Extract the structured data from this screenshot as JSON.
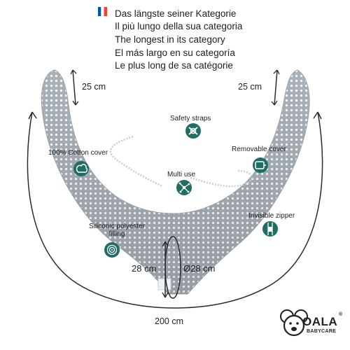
{
  "languages": [
    {
      "flag": "de-flag",
      "text": "Das längste seiner Kategorie"
    },
    {
      "flag": "it-flag",
      "text": "Il più lungo della sua categoria"
    },
    {
      "flag": "uk-flag",
      "text": "The longest in its category"
    },
    {
      "flag": "es-flag",
      "text": "El más largo en su categoría"
    },
    {
      "flag": "fr-flag",
      "text": "Le plus long de sa catégorie"
    }
  ],
  "dimensions": {
    "left_end": "25 cm",
    "right_end": "25 cm",
    "width": "28 cm",
    "diameter": "Ø28 cm",
    "length": "200 cm"
  },
  "features": {
    "safety_straps": "Safety straps",
    "cotton_cover": "100% Cotton cover",
    "removable_cover": "Removable cover",
    "multi_use": "Multi use",
    "invisible_zipper": "Invisible zipper",
    "filling": "Siliconic polyester filling"
  },
  "brand": {
    "name": "OALA",
    "sub": "BABYCARE",
    "registered": "®"
  },
  "colors": {
    "teal": "#1f6e63",
    "pillow_grey": "#a9b1b9",
    "dot_white": "#ffffff",
    "arrow": "#2b2b2b"
  }
}
